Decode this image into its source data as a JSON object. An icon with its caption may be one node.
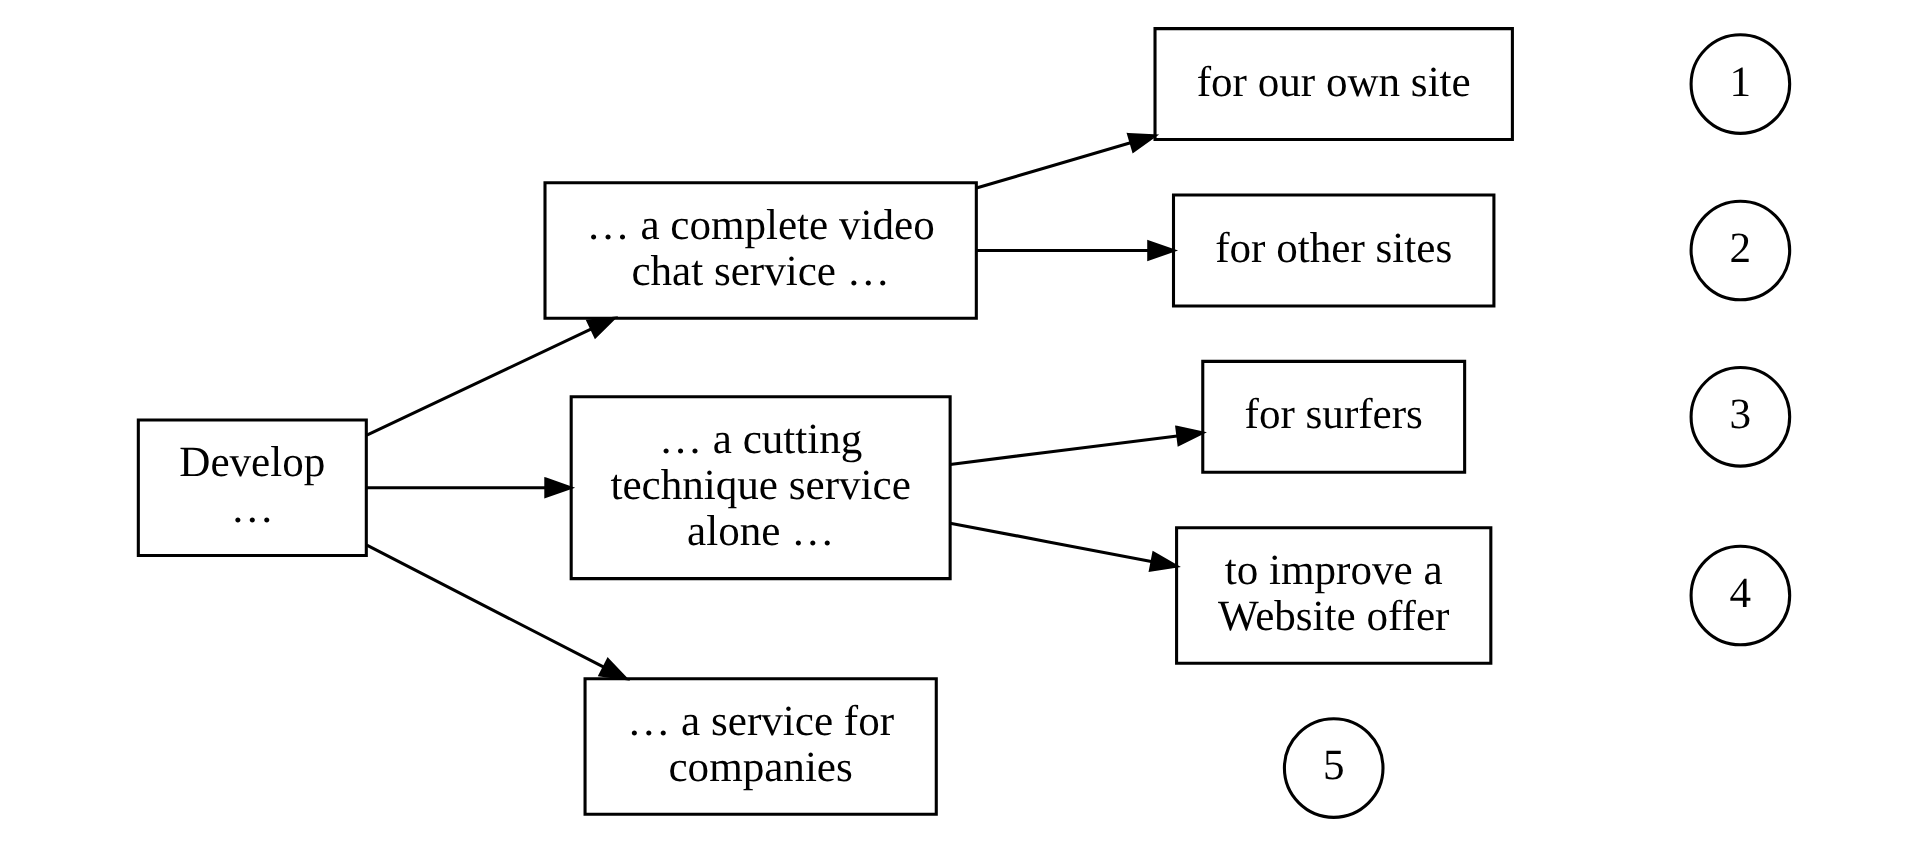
{
  "diagram": {
    "nodes": [
      {
        "text": [
          "Develop …"
        ]
      },
      {
        "text": [
          "… a complete video chat service …"
        ]
      },
      {
        "text": [
          "for our own site"
        ]
      },
      {
        "text": [
          "1"
        ]
      },
      {
        "text": [
          "for other sites"
        ]
      },
      {
        "text": [
          "2"
        ]
      },
      {
        "text": [
          "… a cutting technique service alone …"
        ]
      },
      {
        "text": [
          "for surfers"
        ]
      },
      {
        "text": [
          "3"
        ]
      },
      {
        "text": [
          "to improve a Website offer"
        ]
      },
      {
        "text": [
          "4"
        ]
      },
      {
        "text": [
          "… a service for companies"
        ]
      },
      {
        "text": [
          "5"
        ]
      }
    ],
    "edges": [
      {
        "from": 0,
        "to": 1,
        "arrow": "to"
      },
      {
        "from": 0,
        "to": 6,
        "arrow": "to"
      },
      {
        "from": 0,
        "to": 11,
        "arrow": "to"
      },
      {
        "from": 1,
        "to": 2,
        "arrow": "to"
      },
      {
        "from": 1,
        "to": 4,
        "arrow": "to"
      },
      {
        "from": 6,
        "to": 7,
        "arrow": "to"
      },
      {
        "from": 6,
        "to": 9,
        "arrow": "to"
      }
    ]
  }
}
